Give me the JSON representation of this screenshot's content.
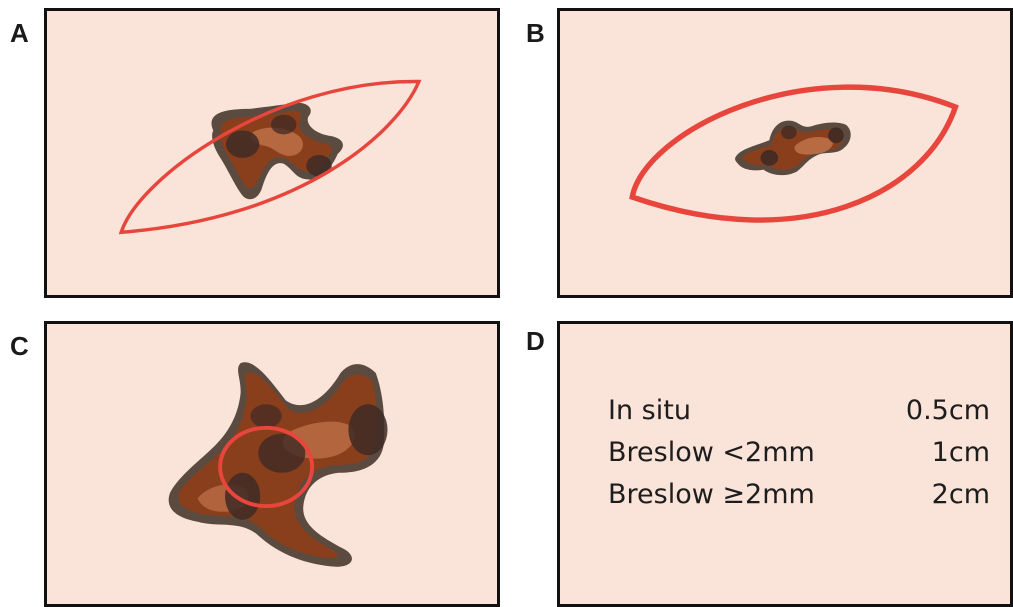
{
  "panels": [
    {
      "letter": "A"
    },
    {
      "letter": "B"
    },
    {
      "letter": "C"
    },
    {
      "letter": "D"
    }
  ],
  "margins": [
    {
      "label": "In situ",
      "value": "0.5cm"
    },
    {
      "label": "Breslow <2mm",
      "value": "1cm"
    },
    {
      "label": "Breslow ≥2mm",
      "value": "2cm"
    }
  ],
  "colors": {
    "panel_bg": "#fae3d8",
    "border": "#111111",
    "excision_line": "#e8453c",
    "lesion_outer": "#5a4a40",
    "lesion_body": "#8a3f1c",
    "lesion_light": "#c0734a",
    "lesion_dark": "#3e2a24"
  }
}
